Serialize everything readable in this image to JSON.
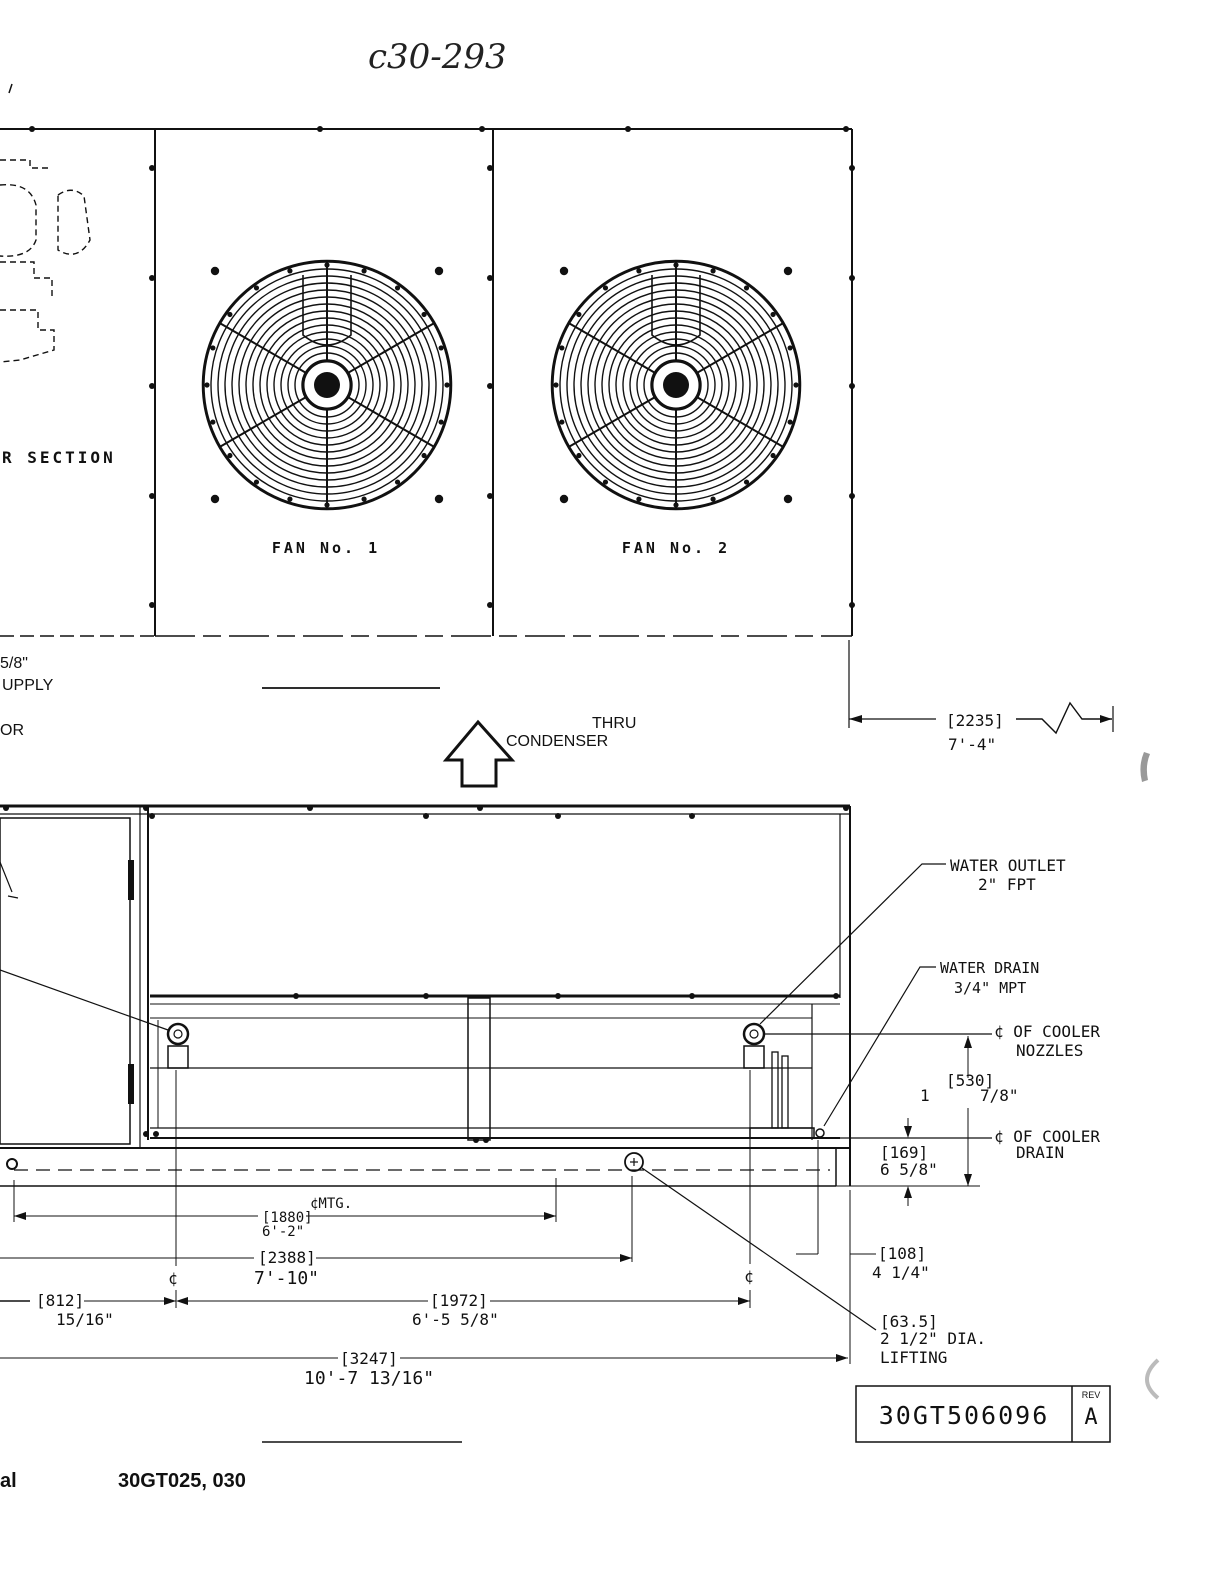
{
  "header": {
    "handwritten_note": "c30-293"
  },
  "top_view": {
    "section_label": "R SECTION",
    "fans": [
      {
        "label": "FAN No. 1"
      },
      {
        "label": "FAN No. 2"
      }
    ],
    "left_notes": [
      "5/8\"",
      "UPPLY",
      "OR"
    ]
  },
  "airflow": {
    "line1": "THRU",
    "line2": "CONDENSER"
  },
  "dimensions": {
    "width_mm": "[2235]",
    "width_ft": "7'-4\"",
    "mtg_label": "¢MTG.",
    "d1880_mm": "[1880]",
    "d1880_ft": "6'-2\"",
    "d2388_mm": "[2388]",
    "d2388_ft": "7'-10\"",
    "d812_mm": "[812]",
    "d812_ft": "15/16\"",
    "d1972_mm": "[1972]",
    "d1972_ft": "6'-5 5/8\"",
    "d3247_mm": "[3247]",
    "d3247_ft": "10'-7 13/16\"",
    "d530_mm": "[530]",
    "d530_ft": "7/8\"",
    "d530_lead": "1",
    "d169_mm": "[169]",
    "d169_ft": "6 5/8\"",
    "d108_mm": "[108]",
    "d108_ft": "4 1/4\"",
    "lift_mm": "[63.5]",
    "lift_ft": "2 1/2\" DIA.",
    "lift_label": "LIFTING"
  },
  "callouts": {
    "water_outlet": "WATER OUTLET",
    "water_outlet_size": "2\" FPT",
    "water_drain": "WATER DRAIN",
    "water_drain_size": "3/4\" MPT",
    "cooler_nozzles_1": "¢ OF COOLER",
    "cooler_nozzles_2": "NOZZLES",
    "cooler_drain_1": "¢ OF COOLER",
    "cooler_drain_2": "DRAIN",
    "center_mark": "¢"
  },
  "title_block": {
    "drawing_number": "30GT506096",
    "rev_label": "REV",
    "rev": "A"
  },
  "footer": {
    "left_fragment": "al",
    "models": "30GT025, 030"
  }
}
